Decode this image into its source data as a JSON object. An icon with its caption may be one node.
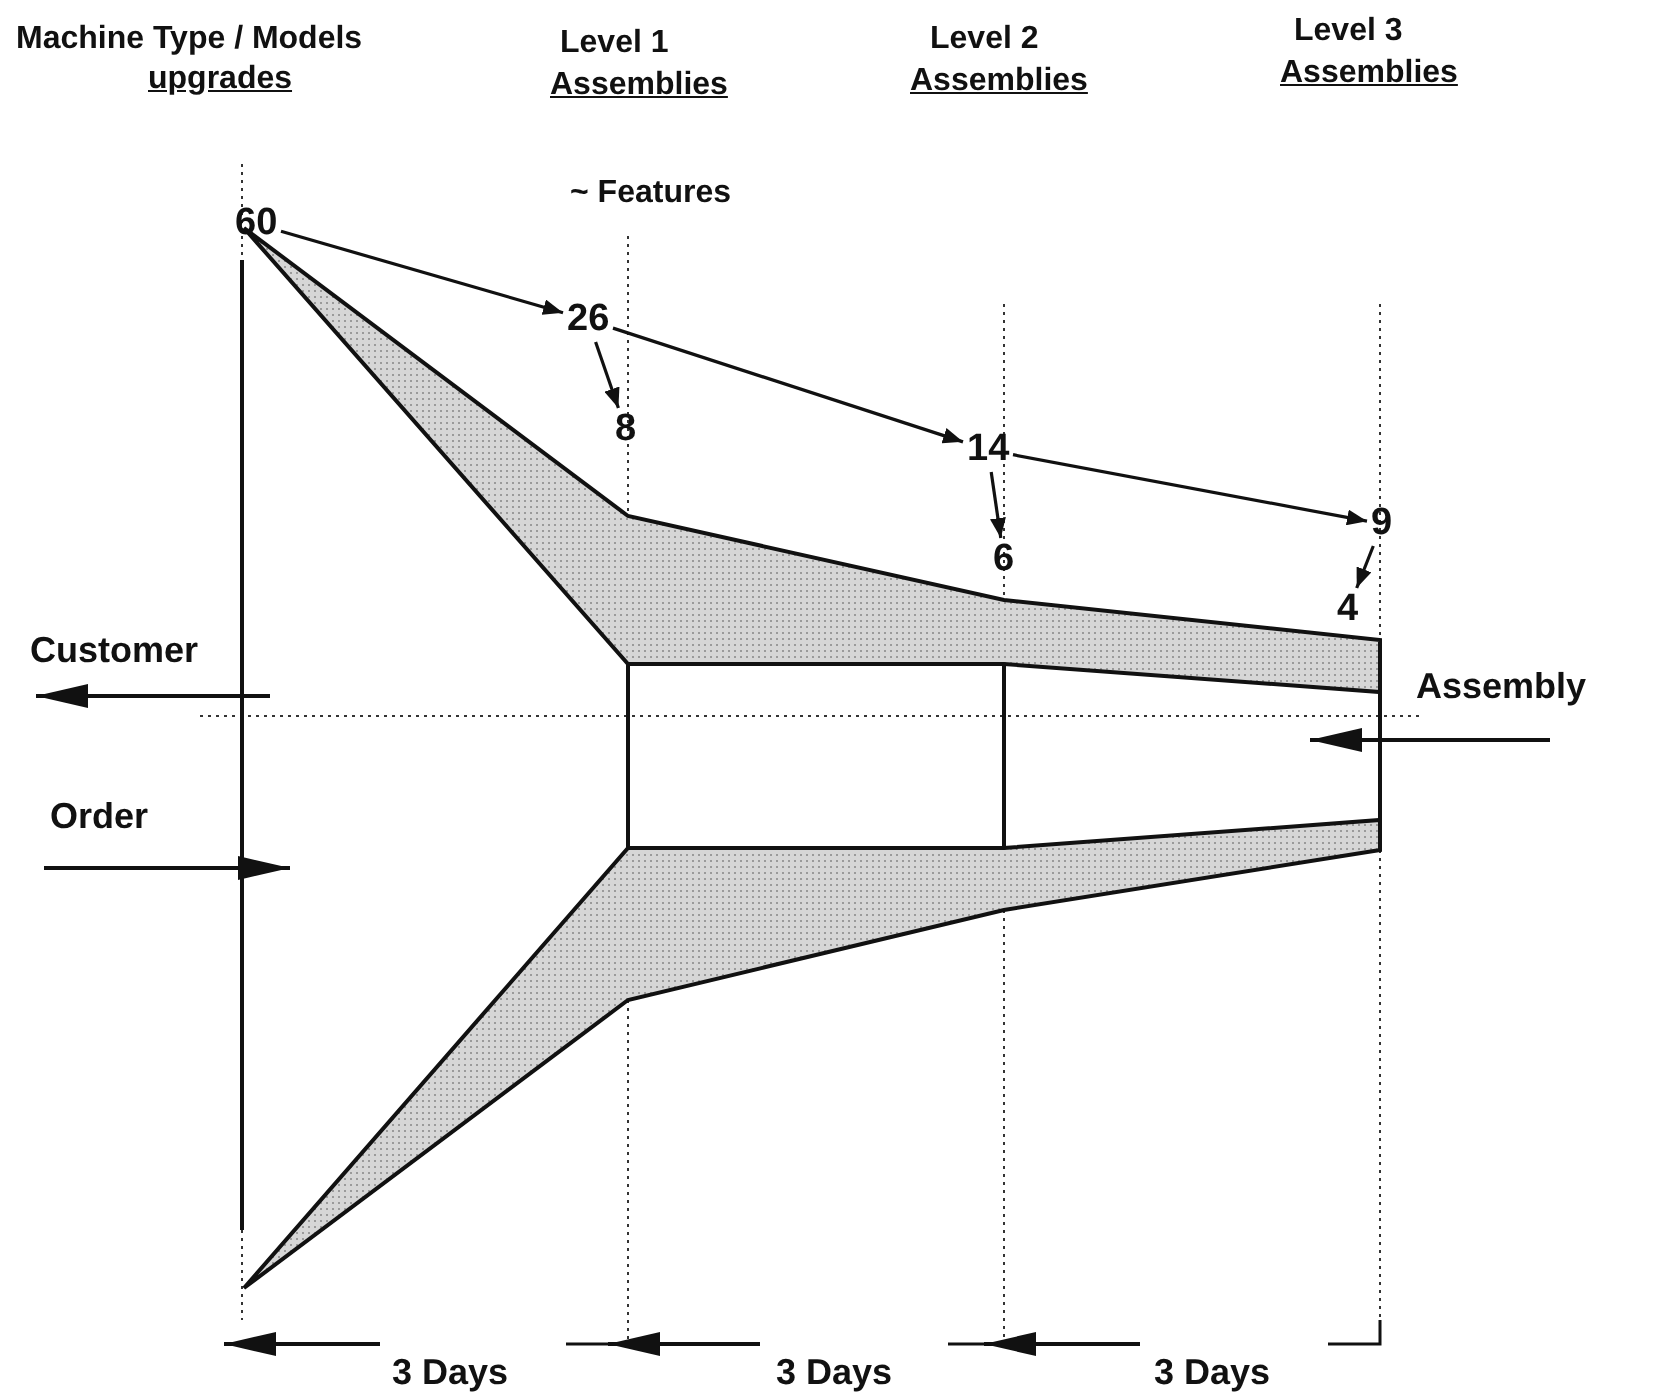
{
  "diagram": {
    "nodes": [
      {
        "text": [
          "60"
        ]
      },
      {
        "text": [
          "26"
        ]
      },
      {
        "text": [
          "8"
        ]
      },
      {
        "text": [
          "14"
        ]
      },
      {
        "text": [
          "6"
        ]
      },
      {
        "text": [
          "9"
        ]
      },
      {
        "text": [
          "4"
        ]
      }
    ],
    "edges": [
      {
        "from": 0,
        "to": 1,
        "arrow": "to"
      },
      {
        "from": 1,
        "to": 2,
        "arrow": "to"
      },
      {
        "from": 1,
        "to": 3,
        "arrow": "to"
      },
      {
        "from": 3,
        "to": 4,
        "arrow": "to"
      },
      {
        "from": 3,
        "to": 5,
        "arrow": "to"
      },
      {
        "from": 5,
        "to": 6,
        "arrow": "to"
      }
    ],
    "labels": [
      "Machine Type / Models",
      "upgrades",
      "Level 1",
      "Assemblies",
      "Level 2",
      "Assemblies",
      "Level 3",
      "Assemblies",
      "~ Features",
      "Customer",
      "Assembly",
      "Order",
      "3 Days",
      "3 Days",
      "3 Days"
    ]
  }
}
